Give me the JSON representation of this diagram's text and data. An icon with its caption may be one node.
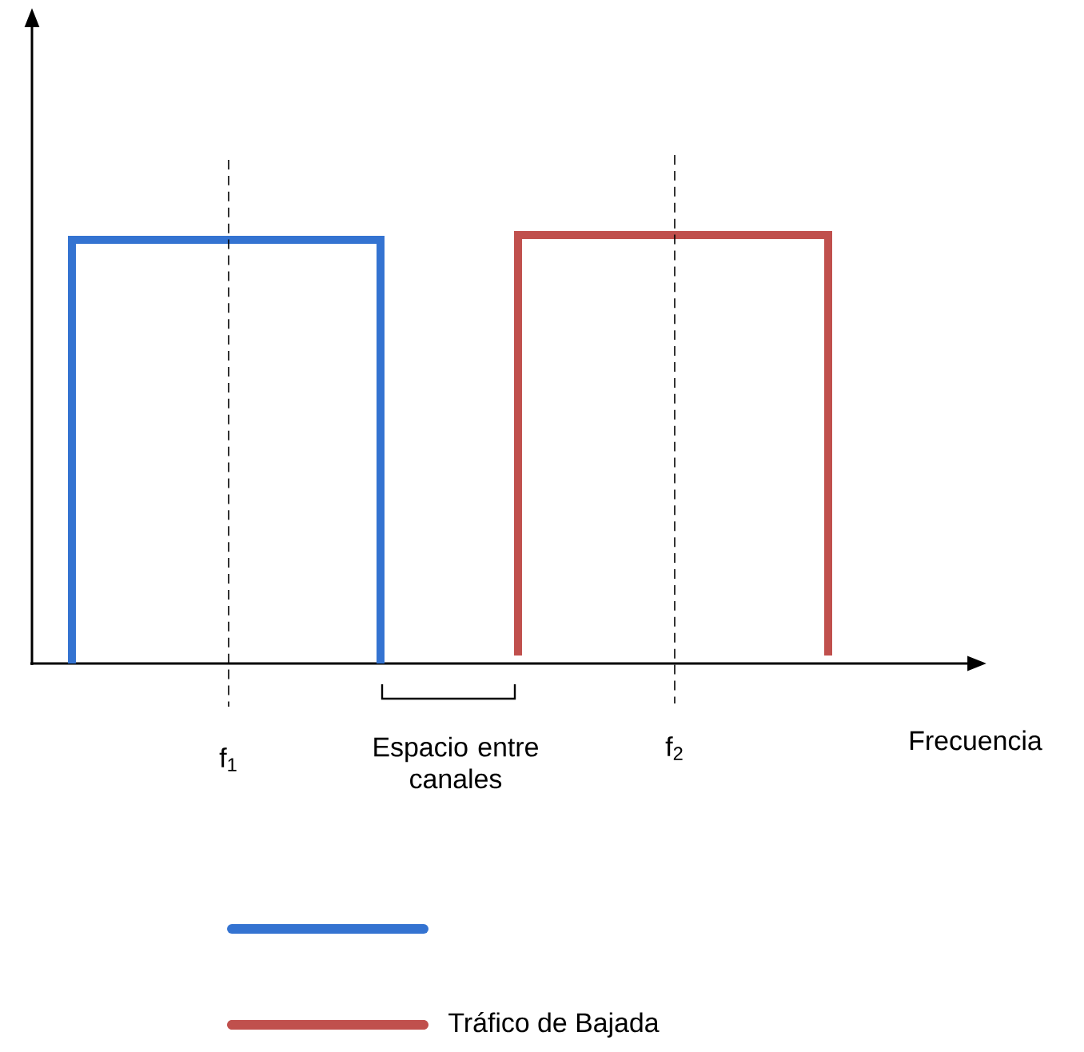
{
  "diagram": {
    "labels": [
      "f$_{1}$",
      "Espacio entre canales",
      "f$_{2}$",
      "Frecuencia"
    ],
    "legend": [
      {
        "text": "Tráfico de Bajada",
        "color": "#c0504d"
      }
    ]
  }
}
